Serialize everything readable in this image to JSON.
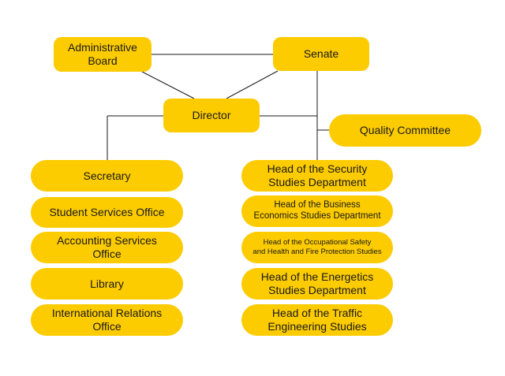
{
  "colors": {
    "node_fill": "#fccb00",
    "connector": "#1a1a1a",
    "background": "#ffffff"
  },
  "nodes": {
    "administrative_board": "Administrative\nBoard",
    "senate": "Senate",
    "director": "Director",
    "quality_committee": "Quality Committee",
    "secretary": "Secretary",
    "student_services_office": "Student Services Office",
    "accounting_services_office": "Accounting Services\nOffice",
    "library": "Library",
    "international_relations_office": "International Relations\nOffice",
    "head_security_studies": "Head of the Security\nStudies Department",
    "head_business_economics": "Head of the Business\nEconomics Studies Department",
    "head_occupational_safety": "Head of the Occupational Safety\nand Health and Fire Protection Studies",
    "head_energetics": "Head of the Energetics\nStudies Department",
    "head_traffic_engineering": "Head of the Traffic\nEngineering Studies"
  }
}
